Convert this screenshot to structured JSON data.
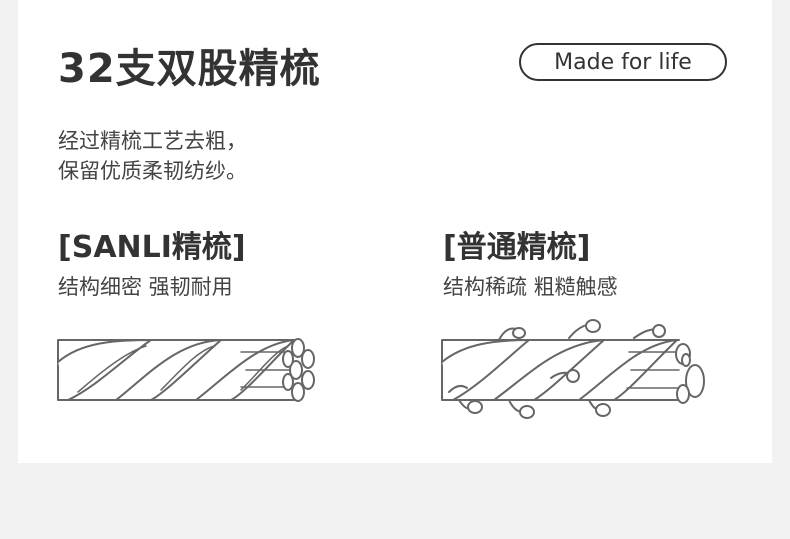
{
  "header": {
    "title": "32支双股精梳",
    "badge": "Made for life"
  },
  "description": {
    "line1": "经过精梳工艺去粗，",
    "line2": "保留优质柔韧纺纱。"
  },
  "comparison": {
    "left": {
      "title": "[SANLI精梳]",
      "subtitle": "结构细密 强韧耐用",
      "icon": "smooth-rope-icon"
    },
    "right": {
      "title": "[普通精梳]",
      "subtitle": "结构稀疏 粗糙触感",
      "icon": "frayed-rope-icon"
    }
  },
  "colors": {
    "background": "#f2f2f2",
    "card": "#ffffff",
    "text": "#333333",
    "stroke": "#666666"
  }
}
